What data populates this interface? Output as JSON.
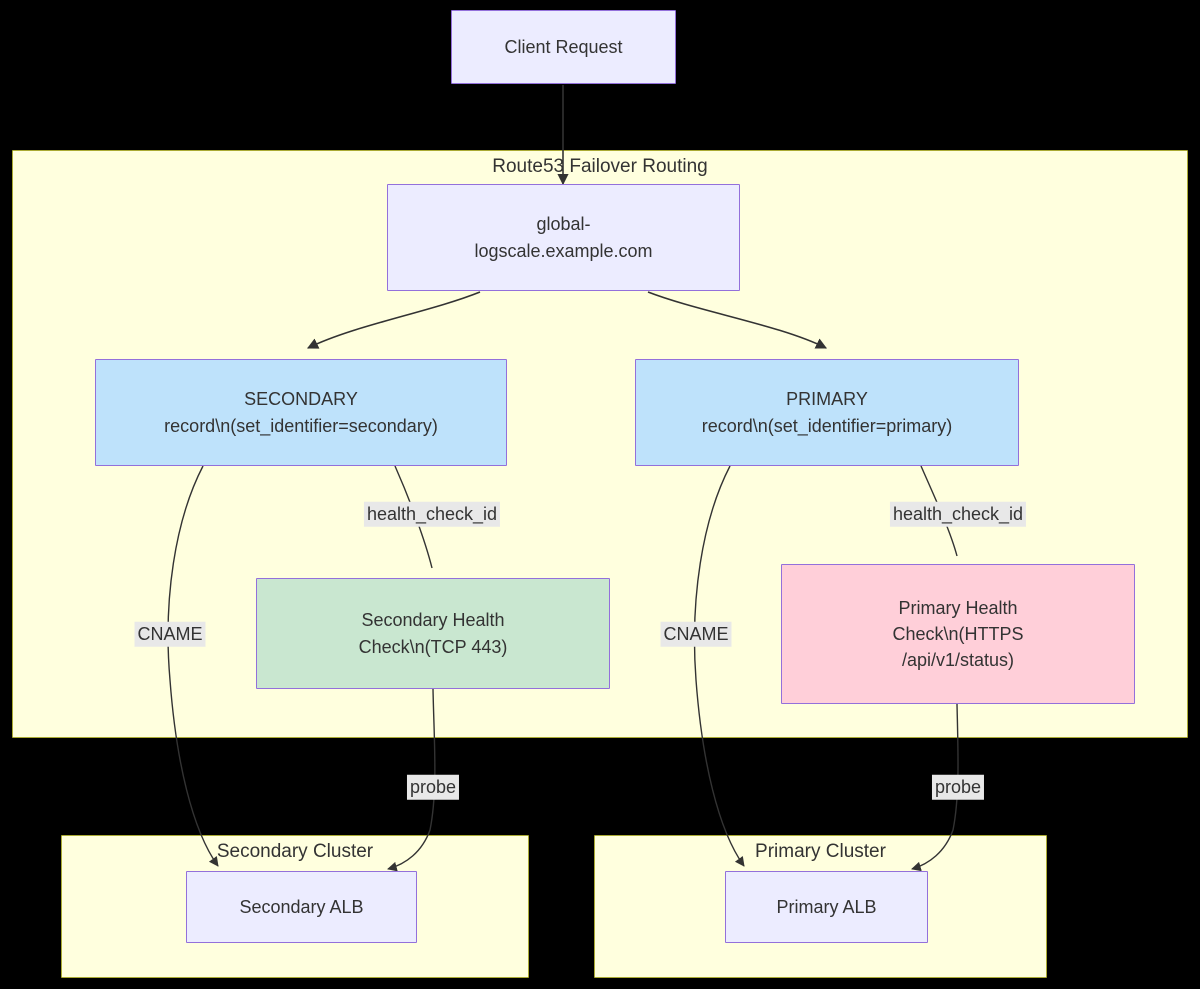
{
  "diagram": {
    "type": "flowchart",
    "background": "#000000",
    "colors": {
      "node_fill_lavender": "#ececff",
      "node_fill_blue": "#bee2fb",
      "node_fill_green": "#c9e7d0",
      "node_fill_pink": "#ffcfd9",
      "node_border": "#9370db",
      "cluster_fill": "#ffffde",
      "cluster_border": "#aaaa33",
      "edge_stroke": "#333333",
      "text": "#333333",
      "edge_label_bg": "#e8e8e8"
    }
  },
  "nodes": {
    "client_request": {
      "label": "Client Request"
    },
    "domain": {
      "line1": "global-",
      "line2": "logscale.example.com"
    },
    "secondary_record": {
      "line1": "SECONDARY",
      "line2": "record\\n(set_identifier=secondary)"
    },
    "primary_record": {
      "line1": "PRIMARY",
      "line2": "record\\n(set_identifier=primary)"
    },
    "secondary_health_check": {
      "line1": "Secondary Health",
      "line2": "Check\\n(TCP 443)"
    },
    "primary_health_check": {
      "line1": "Primary Health",
      "line2": "Check\\n(HTTPS",
      "line3": "/api/v1/status)"
    },
    "secondary_alb": {
      "label": "Secondary ALB"
    },
    "primary_alb": {
      "label": "Primary ALB"
    }
  },
  "clusters": {
    "route53": {
      "label": "Route53 Failover Routing"
    },
    "secondary_cluster": {
      "label": "Secondary Cluster"
    },
    "primary_cluster": {
      "label": "Primary Cluster"
    }
  },
  "edge_labels": {
    "secondary_health_check_id": "health_check_id",
    "primary_health_check_id": "health_check_id",
    "secondary_cname": "CNAME",
    "primary_cname": "CNAME",
    "secondary_probe": "probe",
    "primary_probe": "probe"
  }
}
